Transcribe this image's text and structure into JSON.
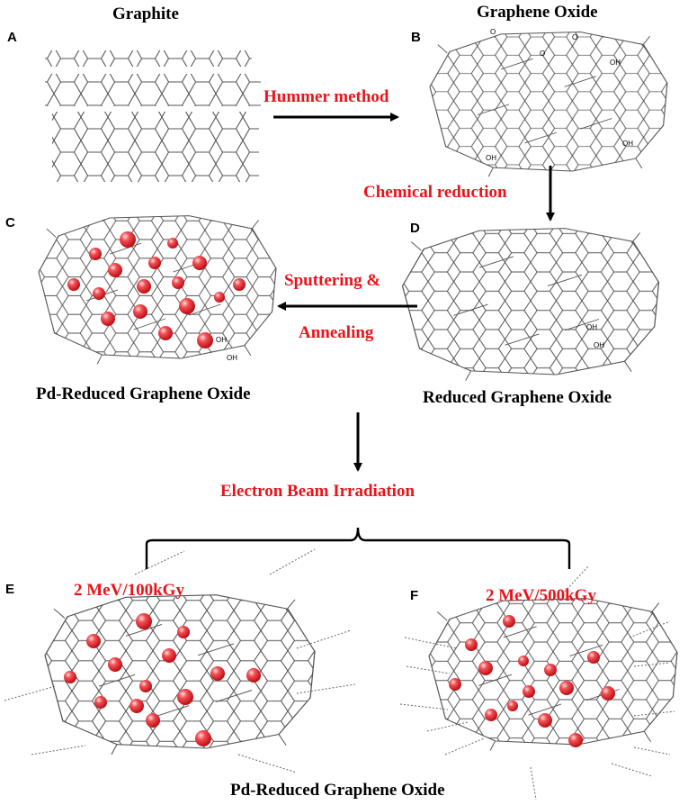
{
  "colors": {
    "accent": "#e8141a",
    "ink": "#000000",
    "line": "#555555",
    "particle": "#ee2a2f"
  },
  "panels": {
    "a": {
      "letter": "A",
      "title": "Graphite"
    },
    "b": {
      "letter": "B",
      "title": "Graphene Oxide"
    },
    "c": {
      "letter": "C",
      "title": "Pd-Reduced Graphene Oxide"
    },
    "d": {
      "letter": "D",
      "title": "Reduced Graphene Oxide"
    },
    "e": {
      "letter": "E",
      "dose": "2 MeV/100kGy"
    },
    "f": {
      "letter": "F",
      "dose": "2 MeV/500kGy"
    }
  },
  "steps": {
    "hummer": "Hummer method",
    "reduction": "Chemical reduction",
    "sputter_1": "Sputtering &",
    "sputter_2": "Annealing",
    "irradiation": "Electron Beam Irradiation"
  },
  "bottom_title": "Pd-Reduced Graphene Oxide",
  "group_labels": {
    "o": "O",
    "oh": "OH"
  }
}
